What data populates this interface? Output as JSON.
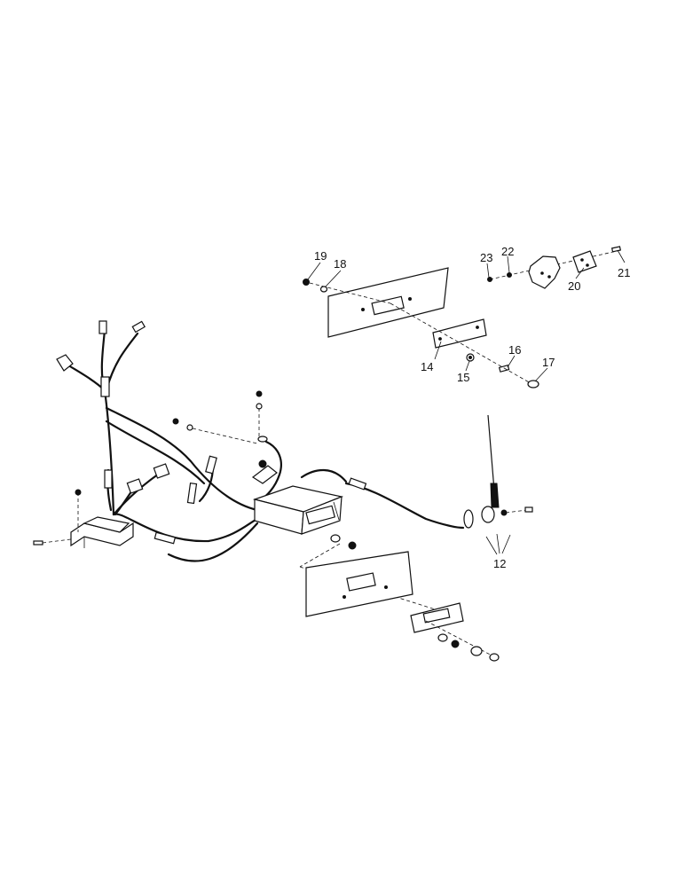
{
  "callouts": {
    "c12": "12",
    "c14": "14",
    "c15": "15",
    "c16": "16",
    "c17": "17",
    "c18": "18",
    "c19": "19",
    "c20": "20",
    "c21": "21",
    "c22": "22",
    "c23": "23"
  }
}
